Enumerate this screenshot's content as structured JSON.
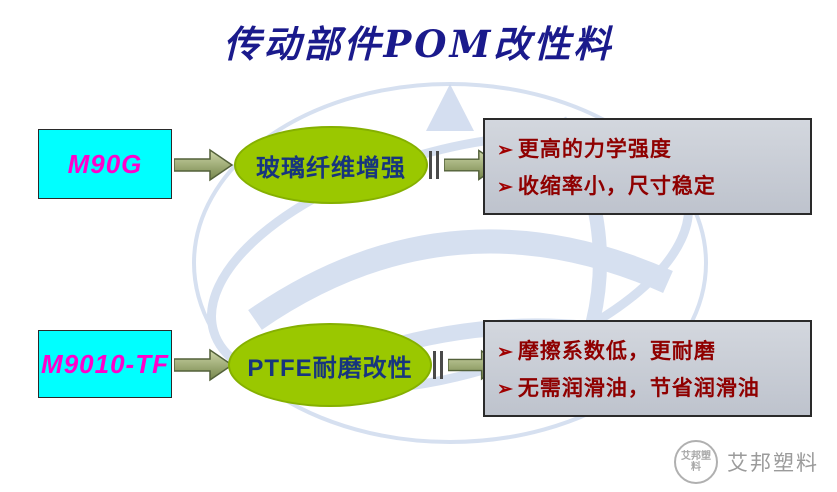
{
  "title": "传动部件POM改性料",
  "bullet_char": "➢",
  "flow_rows": [
    {
      "material": "M90G",
      "process": "玻璃纤维增强",
      "benefits": [
        "更高的力学强度",
        "收缩率小，尺寸稳定"
      ]
    },
    {
      "material": "M9010-TF",
      "process": "PTFE耐磨改性",
      "benefits": [
        "摩擦系数低，更耐磨",
        "无需润滑油，节省润滑油"
      ]
    }
  ],
  "brand_watermark": {
    "text": "艾邦塑料",
    "logo_text": "艾邦塑料"
  },
  "colors": {
    "title_text": "#1a1a8c",
    "material_box_fill": "#00ffff",
    "material_text": "#ff00cc",
    "process_ellipse_fill": "#9ac800",
    "process_text": "#17357e",
    "benefit_box_fill": "#c5cad3",
    "benefit_text": "#8f0000",
    "arrow_fill": "#9cab72",
    "watermark_blue": "#c9d6ec"
  }
}
